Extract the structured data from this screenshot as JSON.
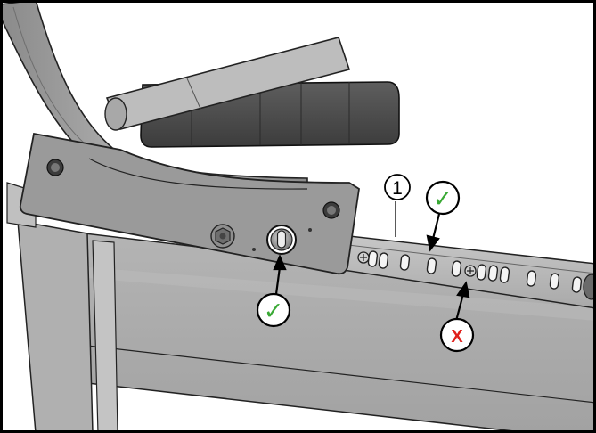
{
  "callouts": [
    {
      "id": "callout-1",
      "label": "1"
    }
  ],
  "markers": [
    {
      "id": "check-marker-knob",
      "kind": "check",
      "glyph": "✓",
      "color": "#3aa935"
    },
    {
      "id": "check-marker-slot",
      "kind": "check",
      "glyph": "✓",
      "color": "#3aa935"
    },
    {
      "id": "cross-marker-slot",
      "kind": "cross",
      "glyph": "X",
      "color": "#e0201b"
    }
  ],
  "colors": {
    "frame_border": "#000000",
    "metal_light": "#bdbdbd",
    "metal_mid": "#9e9e9e",
    "metal_dark": "#5a5a5a",
    "pad_dark": "#4a4a4a",
    "check": "#3aa935",
    "cross": "#e0201b"
  }
}
